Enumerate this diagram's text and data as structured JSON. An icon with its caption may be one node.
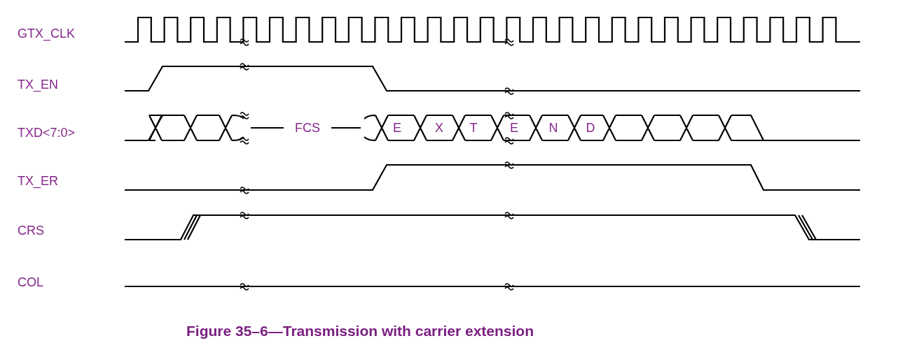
{
  "diagram": {
    "caption": "Figure 35–6—Transmission with carrier extension",
    "labels": [
      "GTX_CLK",
      "TX_EN",
      "TXD<7:0>",
      "TX_ER",
      "CRS",
      "COL",
      "FCS",
      "E",
      "X",
      "T",
      "E",
      "N",
      "D"
    ]
  }
}
